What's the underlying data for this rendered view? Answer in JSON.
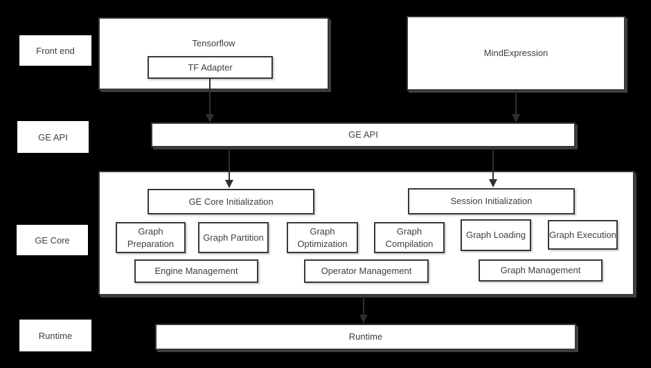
{
  "colors": {
    "background": "#000000",
    "box_fill": "#ffffff",
    "box_border": "#373737",
    "text": "#3e3e3e",
    "arrow": "#2f2f2f",
    "shadow": "#8c8c8c"
  },
  "side_labels": [
    {
      "label": "Front end"
    },
    {
      "label": "GE API"
    },
    {
      "label": "GE Core"
    },
    {
      "label": "Runtime"
    }
  ],
  "front_end": {
    "tensorflow_title": "Tensorflow",
    "tf_adapter": "TF Adapter",
    "mind_expression": "MindExpression"
  },
  "ge_api": {
    "label": "GE API"
  },
  "ge_core": {
    "core_init": "GE Core Initialization",
    "session_init": "Session Initialization",
    "functions": [
      {
        "label": "Graph Preparation"
      },
      {
        "label": "Graph Partition"
      },
      {
        "label": "Graph Optimization"
      },
      {
        "label": "Graph Compilation"
      },
      {
        "label": "Graph Loading"
      },
      {
        "label": "Graph Execution"
      }
    ],
    "management": [
      {
        "label": "Engine Management"
      },
      {
        "label": "Operator Management"
      },
      {
        "label": "Graph Management"
      }
    ]
  },
  "runtime": {
    "label": "Runtime"
  }
}
